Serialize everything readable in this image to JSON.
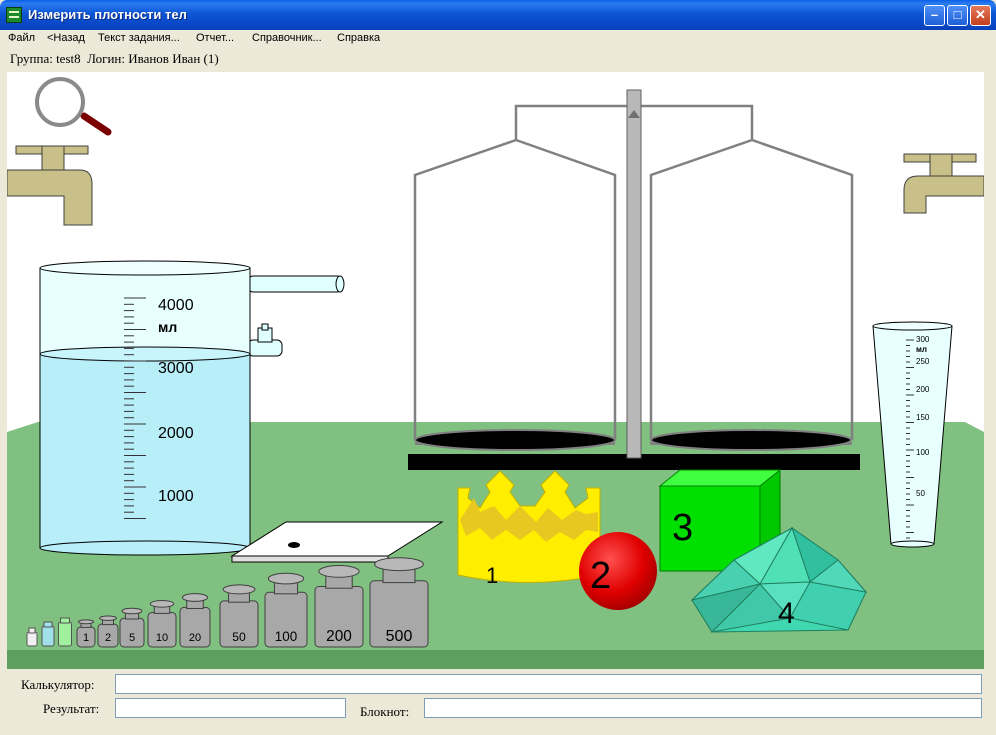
{
  "window": {
    "title": "Измерить плотности тел"
  },
  "menu": [
    "Файл",
    "<Назад",
    "Текст задания...",
    "Отчет...",
    "Справочник...",
    "Справка"
  ],
  "info": {
    "group": "Группа: test8",
    "login": "Логин: Иванов Иван (1)"
  },
  "scene": {
    "beaker_scale": [
      "4000",
      "мл",
      "3000",
      "2000",
      "1000"
    ],
    "cylinder_scale": [
      "300",
      "мл",
      "250",
      "200",
      "150",
      "100",
      "50"
    ],
    "bodies": [
      "1",
      "2",
      "3",
      "4"
    ],
    "weights": [
      "1",
      "2",
      "5",
      "10",
      "20",
      "50",
      "100",
      "200",
      "500"
    ]
  },
  "form": {
    "calculator_label": "Калькулятор:",
    "calculator_value": "",
    "result_label": "Результат:",
    "result_value": "",
    "notepad_label": "Блокнот:",
    "notepad_value": ""
  },
  "colors": {
    "table": "#80C080",
    "water": "#B8EEF8",
    "crown": "#FFEE00",
    "sphere": "#E00000",
    "cube": "#00E000",
    "crystal": "#40D8B0"
  }
}
